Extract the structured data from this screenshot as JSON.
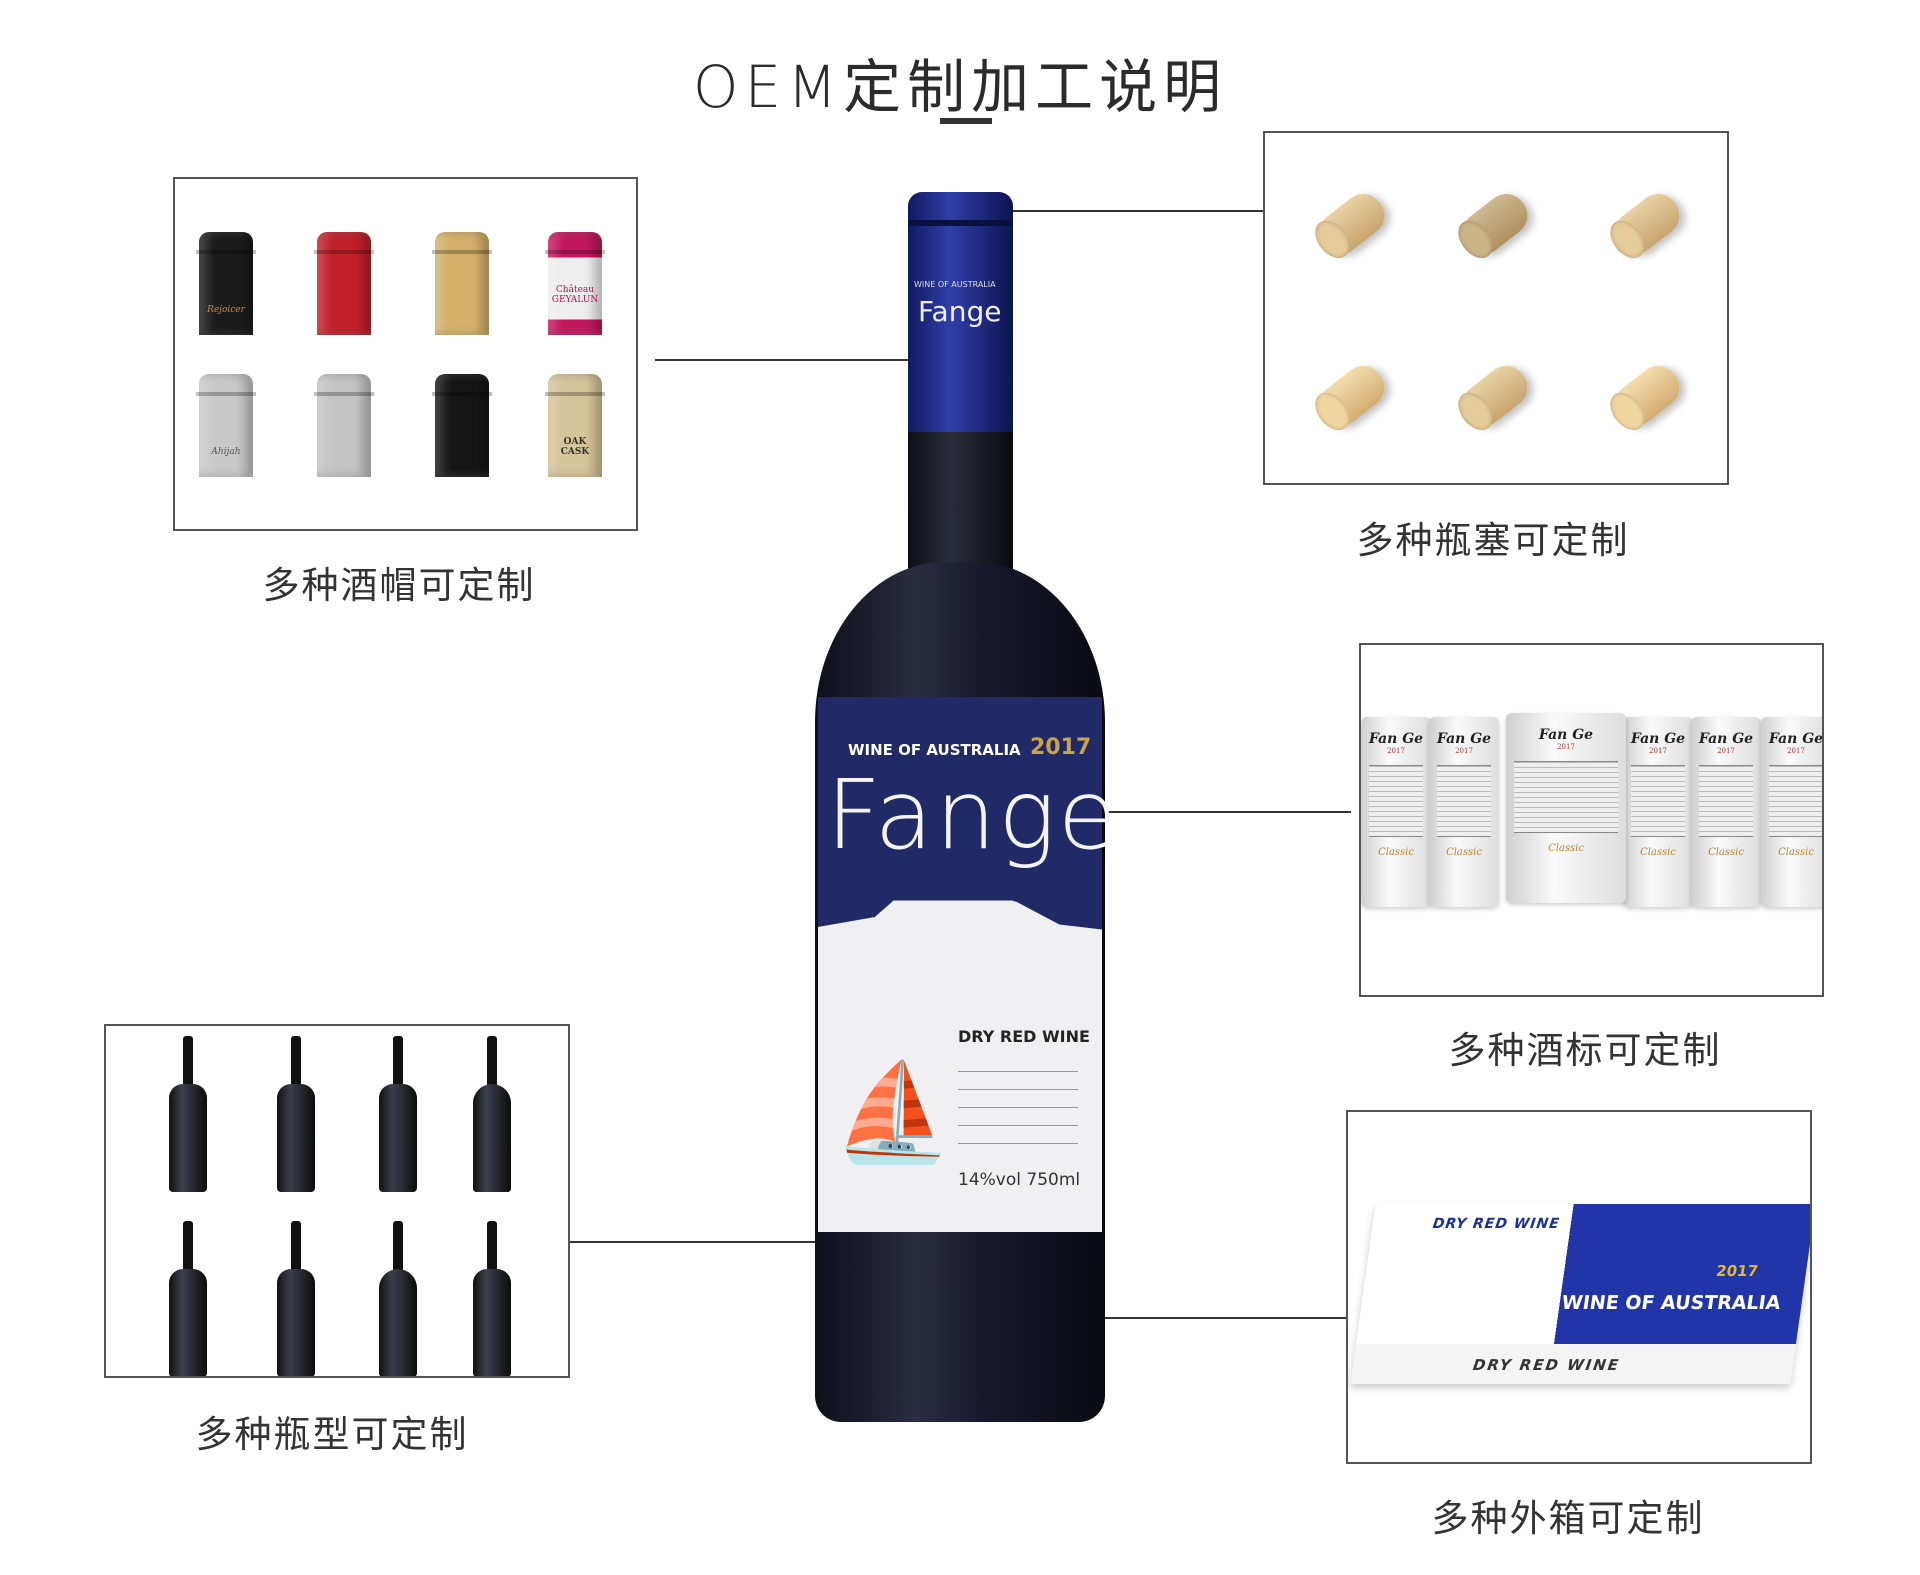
{
  "title": "OEM定制加工说明",
  "sections": {
    "caps": {
      "caption": "多种酒帽可定制",
      "items": [
        {
          "color": "#1a1a1a",
          "text": "Rejoicer"
        },
        {
          "color": "#c0202a",
          "text": ""
        },
        {
          "color": "#d4b16a",
          "text": ""
        },
        {
          "color": "#e8e8e8",
          "text": "Château GEYALUN"
        },
        {
          "color": "#c9c9c9",
          "text": "Ahijah"
        },
        {
          "color": "#c4c4c4",
          "text": ""
        },
        {
          "color": "#151515",
          "text": ""
        },
        {
          "color": "#d6c49a",
          "text": "OAK CASK"
        }
      ]
    },
    "corks": {
      "caption": "多种瓶塞可定制"
    },
    "labels": {
      "caption": "多种酒标可定制",
      "brand": "Fan Ge",
      "year": "2017",
      "series": "Classic"
    },
    "bottles": {
      "caption": "多种瓶型可定制"
    },
    "case": {
      "caption": "多种外箱可定制",
      "top_text": "DRY RED WINE",
      "year": "2017",
      "origin": "WINE OF AUSTRALIA",
      "side_text": "DRY RED WINE"
    }
  },
  "bottle": {
    "neck_brand": "Fange",
    "neck_origin": "WINE OF AUSTRALIA",
    "origin": "WINE OF AUSTRALIA",
    "year": "2017",
    "brand": "Fange",
    "type": "DRY RED WINE",
    "volume": "14%vol 750ml"
  },
  "colors": {
    "bottle_label_blue": "#1f2a66",
    "gold": "#c9a24a"
  }
}
